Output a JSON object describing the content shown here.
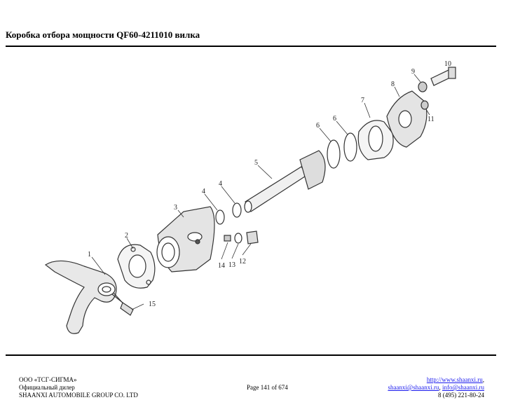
{
  "page": {
    "title": "Коробка отбора мощности QF60-4211010 вилка"
  },
  "figure": {
    "callouts": [
      "1",
      "2",
      "3",
      "4",
      "4",
      "5",
      "6",
      "6",
      "7",
      "8",
      "9",
      "10",
      "11",
      "12",
      "13",
      "14",
      "15"
    ]
  },
  "footer": {
    "company": "ООО «ТСГ-СИГМА»",
    "dealer": "Официальный дилер",
    "manufacturer": "SHAANXI AUTOMOBILE GROUP CO. LTD",
    "page_counter": "Page 141 of 674",
    "website": "http://www.shaanxi.ru",
    "website_suffix": ",",
    "email1": "shaanxi@shaanxi.ru",
    "email_sep": ", ",
    "email2": "info@shaanxi.ru",
    "phone": "8 (495) 221-80-24"
  }
}
